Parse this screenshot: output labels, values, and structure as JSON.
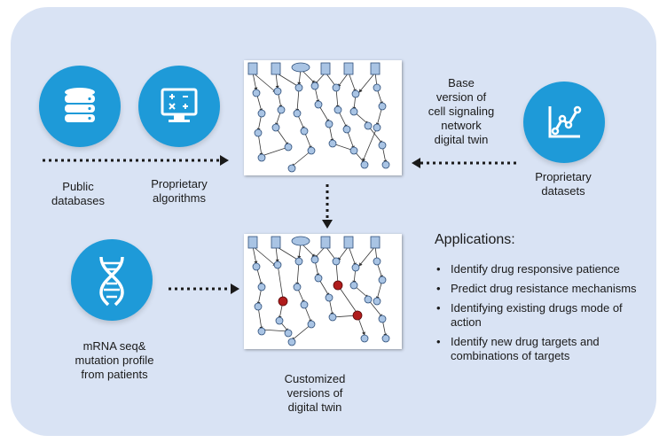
{
  "labels": {
    "public_databases": "Public\ndatabases",
    "proprietary_algorithms": "Proprietary\nalgorithms",
    "base_version": "Base\nversion of\ncell signaling\nnetwork\ndigital twin",
    "proprietary_datasets": "Proprietary\ndatasets",
    "patient_profile": "mRNA seq&\nmutation profile\nfrom patients",
    "customized_versions": "Customized\nversions of\ndigital twin"
  },
  "applications": {
    "title": "Applications:",
    "items": [
      "Identify drug responsive patience",
      "Predict drug resistance mechanisms",
      "Identifying existing drugs mode of action",
      "Identify new drug targets and combinations of targets"
    ]
  },
  "icons": {
    "public_databases": "database-icon",
    "proprietary_algorithms": "calculator-screen-icon",
    "proprietary_datasets": "line-chart-icon",
    "patient_profile": "dna-icon"
  },
  "colors": {
    "panel_background": "#d9e3f4",
    "icon_circle": "#1e9ad8",
    "node_fill": "#a9c4e4",
    "node_stroke": "#2e4f7a",
    "highlight_node": "#b01c1c",
    "arrow_dots": "#1a1a1a"
  }
}
